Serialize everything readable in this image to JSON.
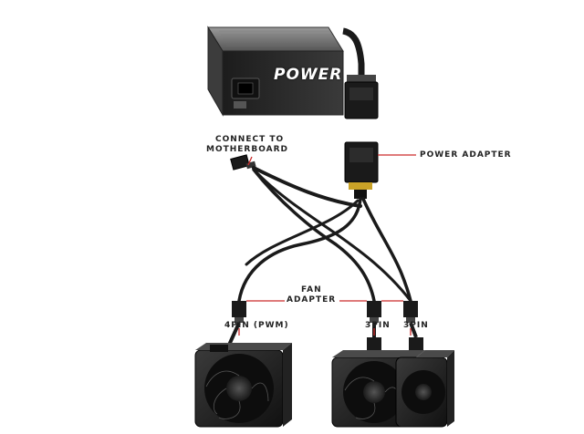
{
  "psu": {
    "brand_text": "POWER"
  },
  "labels": {
    "motherboard_line1": "CONNECT TO",
    "motherboard_line2": "MOTHERBOARD",
    "power_adapter": "POWER ADAPTER",
    "fan_adapter_line1": "FAN",
    "fan_adapter_line2": "ADAPTER",
    "pin4": "4PIN (PWM)",
    "pin3_a": "3PIN",
    "pin3_b": "3PIN"
  },
  "colors": {
    "callout_line": "#cc2b2b",
    "cable": "#1a1a1a",
    "psu_body": "#2b2b2b",
    "connector_pins": "#c9a227"
  }
}
